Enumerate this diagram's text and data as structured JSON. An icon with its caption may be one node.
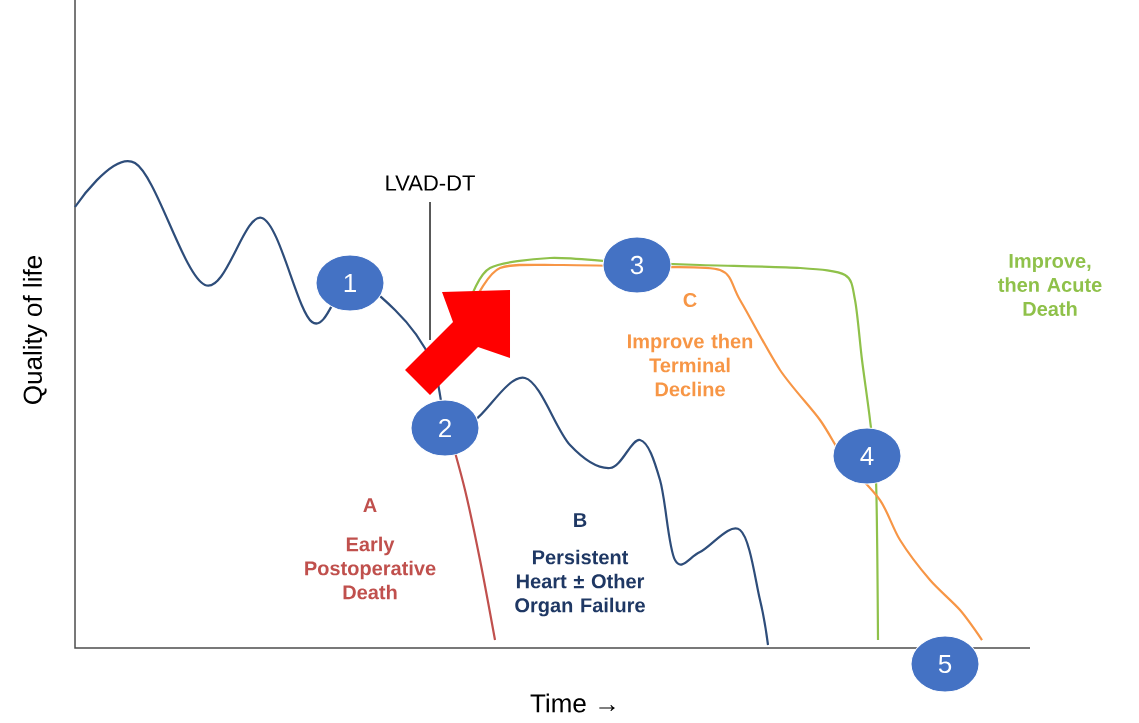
{
  "diagram": {
    "nodes": [
      {
        "text": [
          "1"
        ]
      },
      {
        "text": [
          "2"
        ]
      },
      {
        "text": [
          "3"
        ]
      },
      {
        "text": [
          "4"
        ]
      },
      {
        "text": [
          "5"
        ]
      }
    ],
    "edges": [],
    "labels": [
      "LVAD-DT",
      "Quality of life",
      "Time →",
      "A",
      "Early Postoperative Death",
      "B",
      "Persistent Heart ± Other Organ Failure",
      "C",
      "Improve then Terminal Decline",
      "Improve, then Acute Death"
    ]
  }
}
